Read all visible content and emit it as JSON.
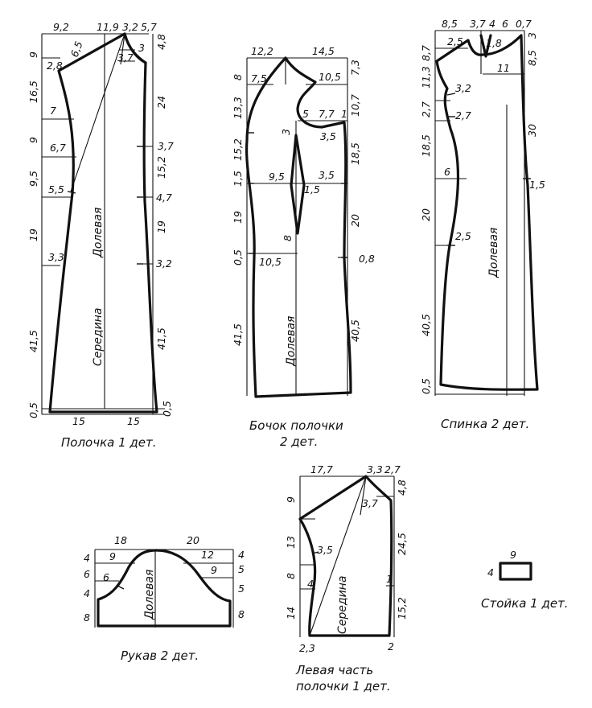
{
  "pieces": {
    "front": {
      "caption": "Полочка 1 дет.",
      "grain": "Долевая",
      "middle": "Середина",
      "dims": {
        "top1": "9,2",
        "top2": "11,9",
        "top3": "3,2",
        "top4": "5,7",
        "l1": "9",
        "l2": "16,5",
        "l3": "9",
        "l4": "9,5",
        "l5": "19",
        "l6": "41,5",
        "l7": "0,5",
        "r1": "4,8",
        "r2": "24",
        "r3": "15,2",
        "r4": "19",
        "r5": "41,5",
        "r6": "0,5",
        "i28": "2,8",
        "i65": "6,5",
        "i7": "7",
        "i67": "6,7",
        "i55": "5,5",
        "i33": "3,3",
        "i37a": "3,7",
        "i3": "3",
        "i37b": "3,7",
        "i47": "4,7",
        "i32": "3,2",
        "b1": "15",
        "b2": "15"
      }
    },
    "side": {
      "caption1": "Бочок полочки",
      "caption2": "2 дет.",
      "grain": "Долевая",
      "dims": {
        "t1": "12,2",
        "t2": "14,5",
        "l1": "8",
        "l2": "13,3",
        "l3": "15,2",
        "l4": "1,5",
        "l5": "19",
        "l6": "0,5",
        "l7": "41,5",
        "r1": "7,3",
        "r2": "10,7",
        "r3": "18,5",
        "r4": "20",
        "r5": "40,5",
        "i75": "7,5",
        "i105a": "10,5",
        "i5": "5",
        "i77": "7,7",
        "i1": "1",
        "i3": "3",
        "i35a": "3,5",
        "i95": "9,5",
        "i15": "1,5",
        "i35b": "3,5",
        "i8": "8",
        "i105b": "10,5",
        "i08": "0,8"
      }
    },
    "back": {
      "caption": "Спинка 2 дет.",
      "grain": "Долевая",
      "dims": {
        "t1": "8,5",
        "t2": "3,7",
        "t3": "4",
        "t4": "6",
        "t5": "0,7",
        "l1": "8,7",
        "l2": "11,3",
        "l3": "2,7",
        "l4": "18,5",
        "l5": "20",
        "l6": "40,5",
        "l7": "0,5",
        "r1": "3",
        "r2": "8,5",
        "r3": "30",
        "i25a": "2,5",
        "i18": "1,8",
        "i11": "11",
        "i32": "3,2",
        "i27": "2,7",
        "i6": "6",
        "i25b": "2,5",
        "i15": "1,5"
      }
    },
    "sleeve": {
      "caption": "Рукав  2 дет.",
      "grain": "Долевая",
      "dims": {
        "t1": "18",
        "t2": "20",
        "l1": "4",
        "l2": "6",
        "l3": "4",
        "l4": "8",
        "r1": "4",
        "r2": "5",
        "r3": "5",
        "r4": "8",
        "i9a": "9",
        "i12": "12",
        "i6": "6",
        "i9b": "9"
      }
    },
    "left_front": {
      "caption1": "Левая часть",
      "caption2": "полочки 1 дет.",
      "middle": "Середина",
      "dims": {
        "t1": "17,7",
        "t2": "3,3",
        "t3": "2,7",
        "l1": "9",
        "l2": "13",
        "l3": "8",
        "l4": "14",
        "l5": "2,3",
        "r1": "4,8",
        "r2": "24,5",
        "r3": "15,2",
        "r4": "2",
        "i37": "3,7",
        "i35": "3,5",
        "i4": "4",
        "i1": "1"
      }
    },
    "collar": {
      "caption": "Стойка 1 дет.",
      "dims": {
        "w": "9",
        "h": "4"
      }
    }
  }
}
